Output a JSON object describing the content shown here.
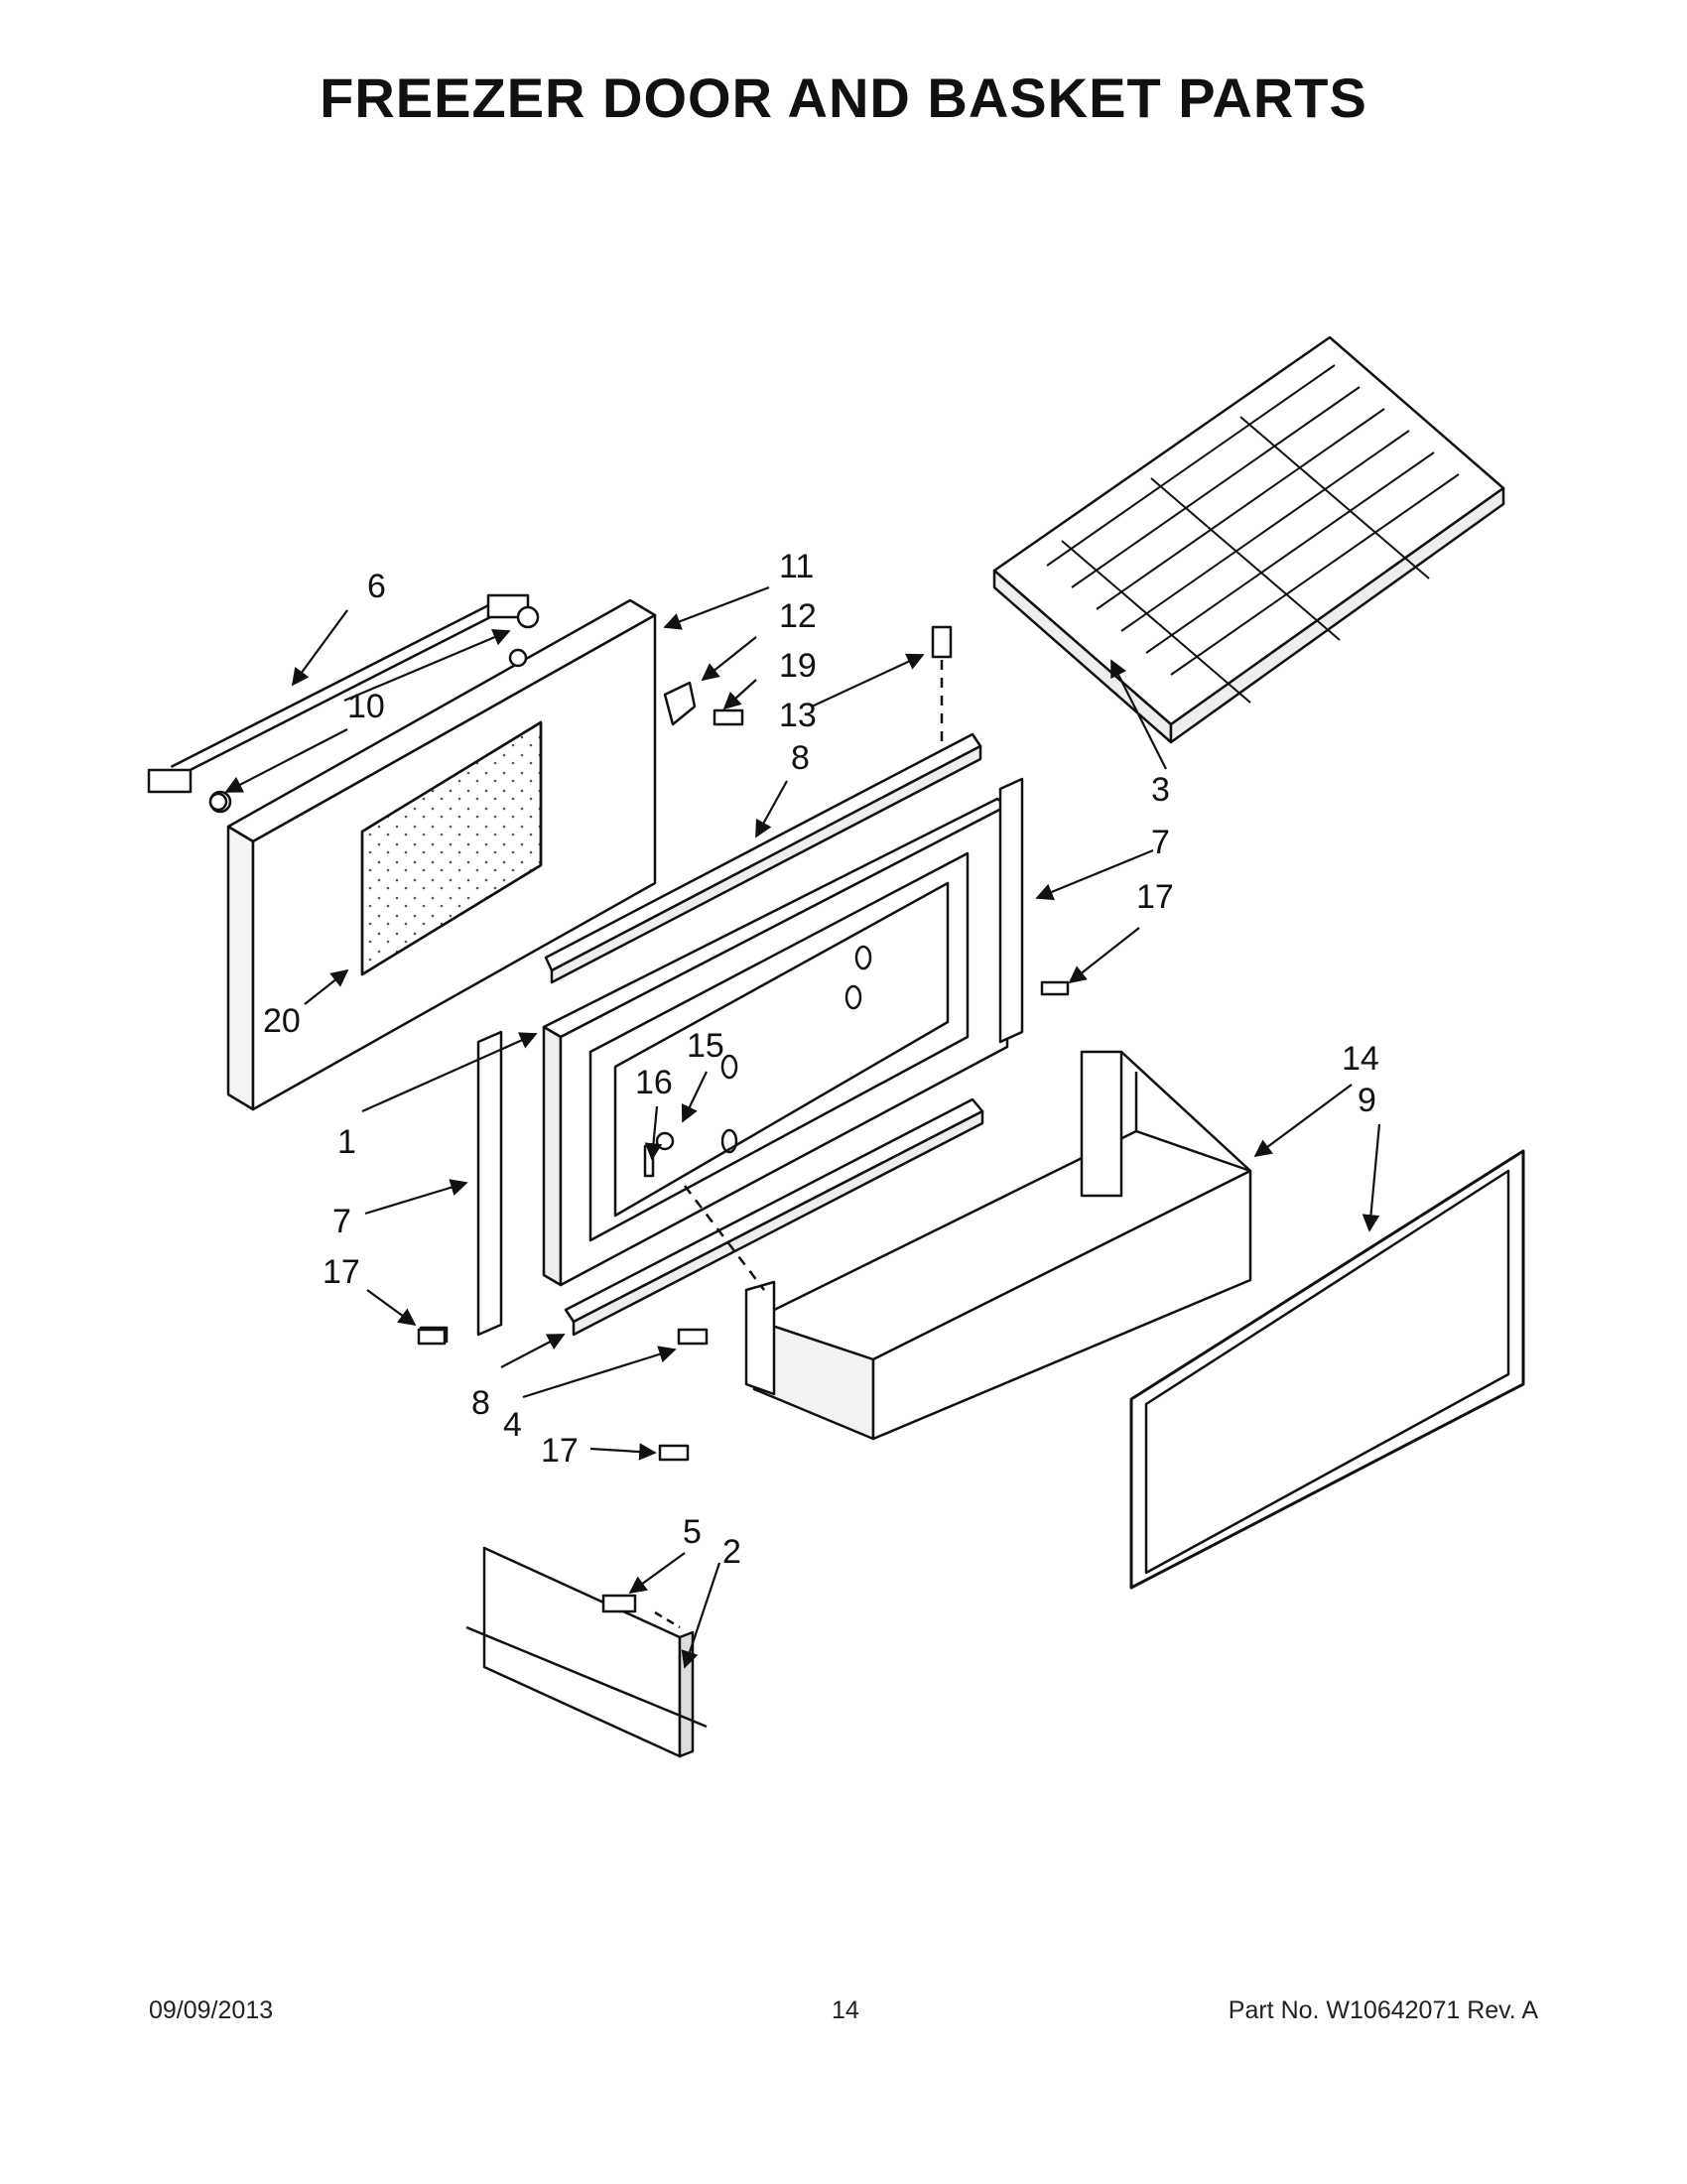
{
  "page": {
    "title": "FREEZER DOOR AND BASKET PARTS"
  },
  "callouts": [
    {
      "id": "c-6",
      "label": "6"
    },
    {
      "id": "c-11",
      "label": "11"
    },
    {
      "id": "c-12",
      "label": "12"
    },
    {
      "id": "c-19",
      "label": "19"
    },
    {
      "id": "c-13",
      "label": "13"
    },
    {
      "id": "c-10",
      "label": "10"
    },
    {
      "id": "c-8a",
      "label": "8"
    },
    {
      "id": "c-3",
      "label": "3"
    },
    {
      "id": "c-7a",
      "label": "7"
    },
    {
      "id": "c-17a",
      "label": "17"
    },
    {
      "id": "c-20",
      "label": "20"
    },
    {
      "id": "c-15",
      "label": "15"
    },
    {
      "id": "c-16",
      "label": "16"
    },
    {
      "id": "c-14",
      "label": "14"
    },
    {
      "id": "c-9",
      "label": "9"
    },
    {
      "id": "c-1",
      "label": "1"
    },
    {
      "id": "c-7b",
      "label": "7"
    },
    {
      "id": "c-17b",
      "label": "17"
    },
    {
      "id": "c-8b",
      "label": "8"
    },
    {
      "id": "c-4",
      "label": "4"
    },
    {
      "id": "c-17c",
      "label": "17"
    },
    {
      "id": "c-5",
      "label": "5"
    },
    {
      "id": "c-2",
      "label": "2"
    }
  ],
  "footer": {
    "date": "09/09/2013",
    "page_number": "14",
    "part_number": "Part No.  W10642071  Rev.  A"
  }
}
